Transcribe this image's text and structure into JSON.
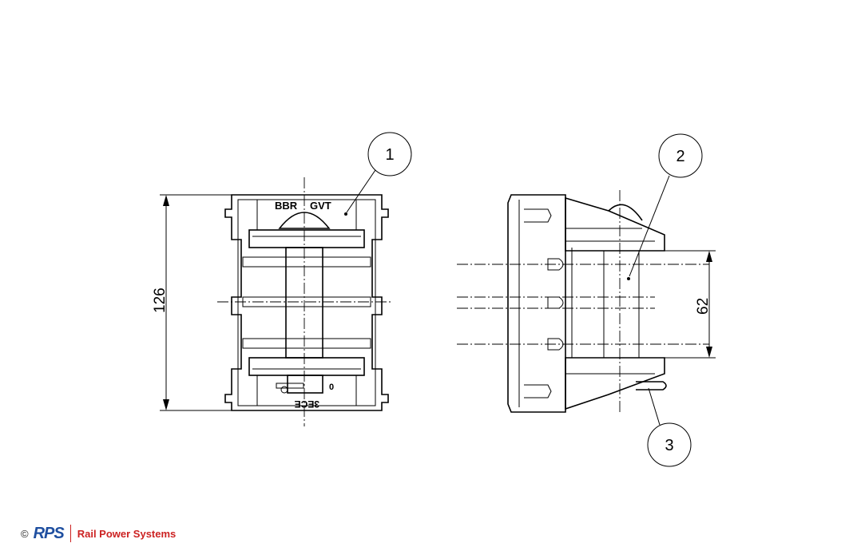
{
  "callouts": [
    "1",
    "2",
    "3"
  ],
  "dimensions": {
    "height": "126",
    "spacing": "62"
  },
  "markings": {
    "top_left": "BBR",
    "top_right": "GVT",
    "bottom": "3ECE",
    "bottom_digit": "0"
  },
  "footer": {
    "copyright": "©",
    "logo_text": "RPS",
    "company": "Rail Power Systems",
    "colors": {
      "logo": "#1f4fa0",
      "company": "#cc2222"
    }
  }
}
